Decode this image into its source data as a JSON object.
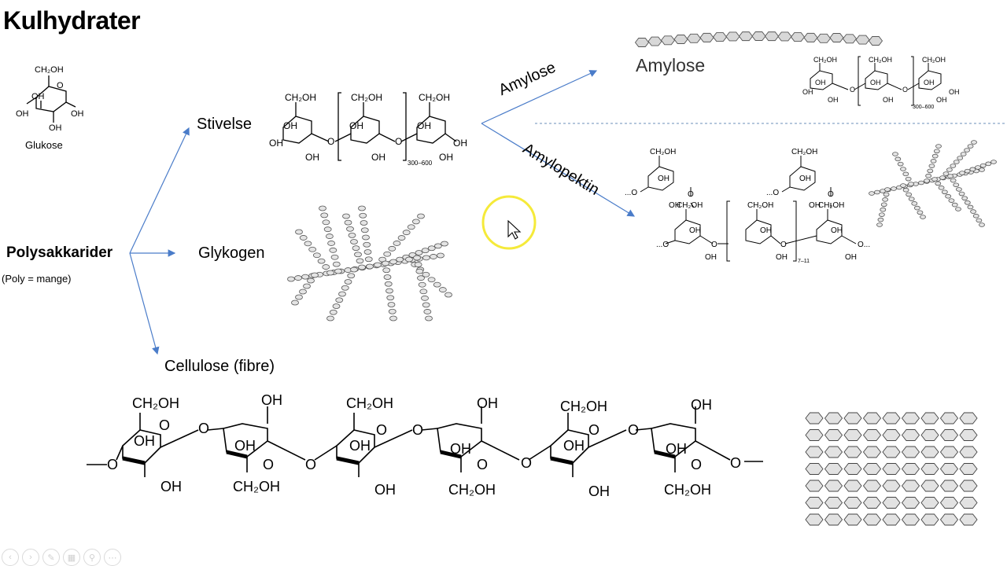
{
  "slide": {
    "title": "Kulhydrater",
    "glucose_label": "Glukose",
    "poly_label": "Polysakkarider",
    "poly_note": "(Poly = mange)",
    "branch_starch": "Stivelse",
    "branch_glycogen": "Glykogen",
    "branch_cellulose": "Cellulose (fibre)",
    "amylose": "Amylose",
    "amylose_model": "Amylose",
    "amylopectin": "Amylopektin"
  },
  "chem": {
    "ch2oh": "CH₂OH",
    "oh": "OH",
    "o": "O",
    "repeat_starch": "300–600",
    "repeat_amylose": "300–600",
    "repeat_amylopectin": "7–11",
    "chain_end": "...O",
    "chain_end_right": "O..."
  },
  "colors": {
    "arrow": "#4a7cc9",
    "pointer_ring": "#f5ea3a",
    "divider": "#6b8fb8"
  },
  "toolbar": {
    "icons": [
      "prev-icon",
      "next-icon",
      "pen-icon",
      "slides-icon",
      "zoom-icon",
      "more-icon"
    ]
  }
}
